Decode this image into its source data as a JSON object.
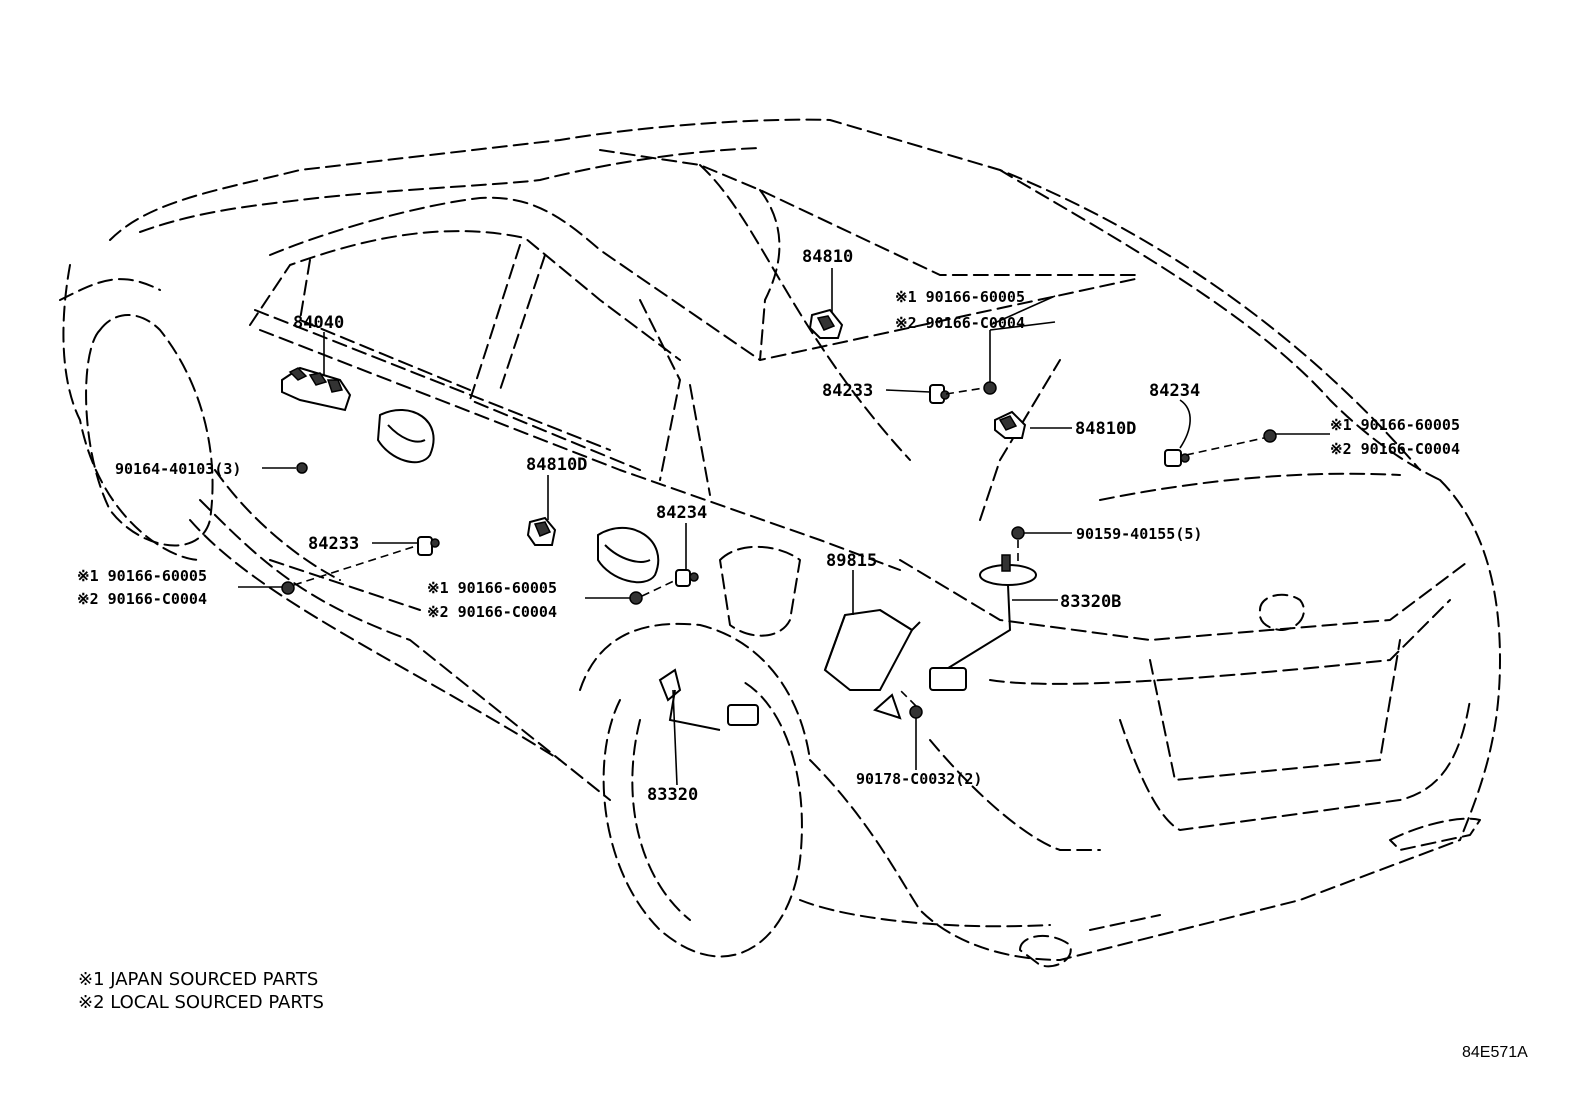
{
  "labels": {
    "p84810": "84810",
    "p84040": "84040",
    "p84233_top": "84233",
    "p84234_top": "84234",
    "p84810d_top": "84810D",
    "p84810d_mid": "84810D",
    "p84234_mid": "84234",
    "p84233_left": "84233",
    "p89815": "89815",
    "p83320b": "83320B",
    "p83320": "83320",
    "b90164": "90164-40103(3)",
    "b90159": "90159-40155(5)",
    "b90178": "90178-C0032(2)",
    "top_c1": "※1 90166-60005",
    "top_c2": "※2 90166-C0004",
    "right_c1": "※1 90166-60005",
    "right_c2": "※2 90166-C0004",
    "left_c1": "※1 90166-60005",
    "left_c2": "※2 90166-C0004",
    "mid_c1": "※1 90166-60005",
    "mid_c2": "※2 90166-C0004"
  },
  "legend": {
    "note1": "※1 JAPAN SOURCED PARTS",
    "note2": "※2 LOCAL SOURCED PARTS"
  },
  "diagram_code": "84E571A"
}
